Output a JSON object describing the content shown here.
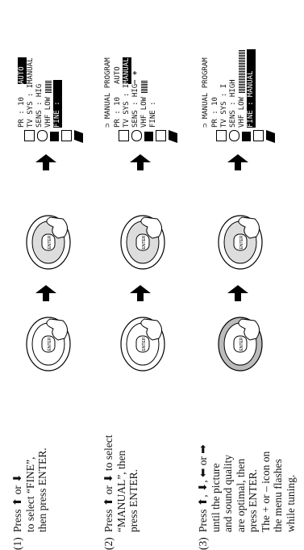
{
  "steps": [
    {
      "number": "(1)",
      "lines": [
        "Press ⬆ or ⬇",
        "to select “FINE”,",
        "then press ENTER."
      ]
    },
    {
      "number": "(2)",
      "lines": [
        "Press ⬆ or ⬇ to select",
        "“MANUAL”, then",
        "press ENTER."
      ]
    },
    {
      "number": "(3)",
      "lines": [
        "Press ⬆, ⬇, ⬅ or ➡",
        "until the picture",
        "and sound quality",
        "are optimal, then",
        "press ENTER.",
        "The + or – icon on",
        "the menu flashes",
        "while tuning."
      ]
    }
  ],
  "remote": {
    "enter_label": "ENTER",
    "icon": "hand-pressing-enter-icon"
  },
  "screens": [
    {
      "header": "",
      "lines": [
        "PR : 10",
        "TV  SYS : I",
        "SENS : HIG",
        "VHF  LOW",
        "FINE :"
      ],
      "popup": [
        "AUTO",
        "MANUAL"
      ],
      "highlight": "AUTO"
    },
    {
      "header": "⊃ MANUAL  PROGRAM",
      "lines": [
        "PR : 10",
        "TV  SYS : I",
        "SENS : HIG",
        "VHF  LOW",
        "FINE :"
      ],
      "popup": [
        "AUTO",
        "MANUAL"
      ],
      "highlight": "MANUAL",
      "extra": "−  +"
    },
    {
      "header": "⊃ MANUAL  PROGRAM",
      "lines": [
        "PR : 10",
        "TV  SYS : I",
        "SENS : HIGH",
        "VHF  LOW",
        "FINE : MANUAL"
      ],
      "highlight": "FINE : MANUAL"
    }
  ]
}
